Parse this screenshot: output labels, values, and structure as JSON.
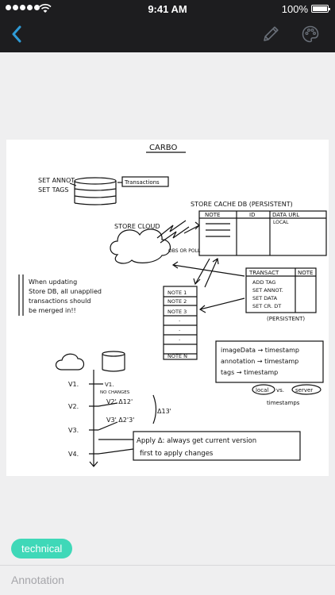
{
  "status_bar": {
    "time": "9:41 AM",
    "battery": "100%"
  },
  "nav": {
    "back_icon": "chevron-left-icon",
    "edit_icon": "pencil-icon",
    "palette_icon": "palette-icon",
    "accent": "#2f9bd6"
  },
  "note": {
    "title": "CARBO",
    "set_annot": "SET ANNOT.",
    "set_tags": "SET TAGS",
    "transactions": "Transactions",
    "store_cache": "STORE CACHE DB (PERSISTENT)",
    "store_cols": [
      "NOTE",
      "ID",
      "DATA URL"
    ],
    "local": "LOCAL",
    "store_cloud": "STORE CLOUD",
    "obs_poll": "OBS OR POLL",
    "warning": [
      "When updating",
      "Store DB, all unapplied",
      "transactions should",
      "be merged in!!"
    ],
    "notes_list": [
      "NOTE 1",
      "NOTE 2",
      "NOTE 3",
      "·",
      "·",
      "·",
      "NOTE N"
    ],
    "transact_head": [
      "TRANSACT",
      "NOTE"
    ],
    "transact_rows": [
      "ADD TAG",
      "SET ANNOT.",
      "SET DATA",
      "SET CR. DT"
    ],
    "persistent": "(PERSISTENT)",
    "timestamps": [
      "imageData → timestamp",
      "annotation → timestamp",
      "tags → timestamp"
    ],
    "local_vs_server": [
      "local",
      "vs.",
      "server"
    ],
    "timestamps_label": "timestamps",
    "versions": [
      "V1.",
      "V2.",
      "V3.",
      "V4."
    ],
    "v1_label": "V1.",
    "no_changes": "NO CHANGES",
    "v2_branch": "V2' Δ12'",
    "v3_branch": "V3' Δ2'3'",
    "delta13": "Δ13'",
    "apply_text": [
      "Apply Δ: always get current version",
      "first to apply changes"
    ]
  },
  "tag": {
    "label": "technical",
    "color": "#3fd8b8"
  },
  "annotation": {
    "placeholder": "Annotation",
    "value": ""
  }
}
